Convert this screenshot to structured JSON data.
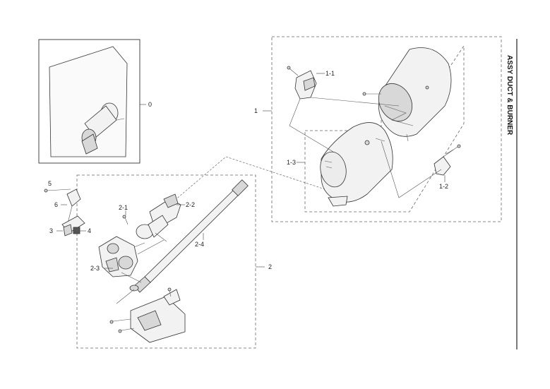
{
  "title": "ASSY DUCT & BURNER",
  "callouts": {
    "c0": "0",
    "c1": "1",
    "c1_1": "1-1",
    "c1_2": "1-2",
    "c1_3": "1-3",
    "c2": "2",
    "c2_1": "2-1",
    "c2_2": "2-2",
    "c2_3": "2-3",
    "c2_4": "2-4",
    "c3": "3",
    "c4": "4",
    "c5": "5",
    "c6": "6"
  }
}
